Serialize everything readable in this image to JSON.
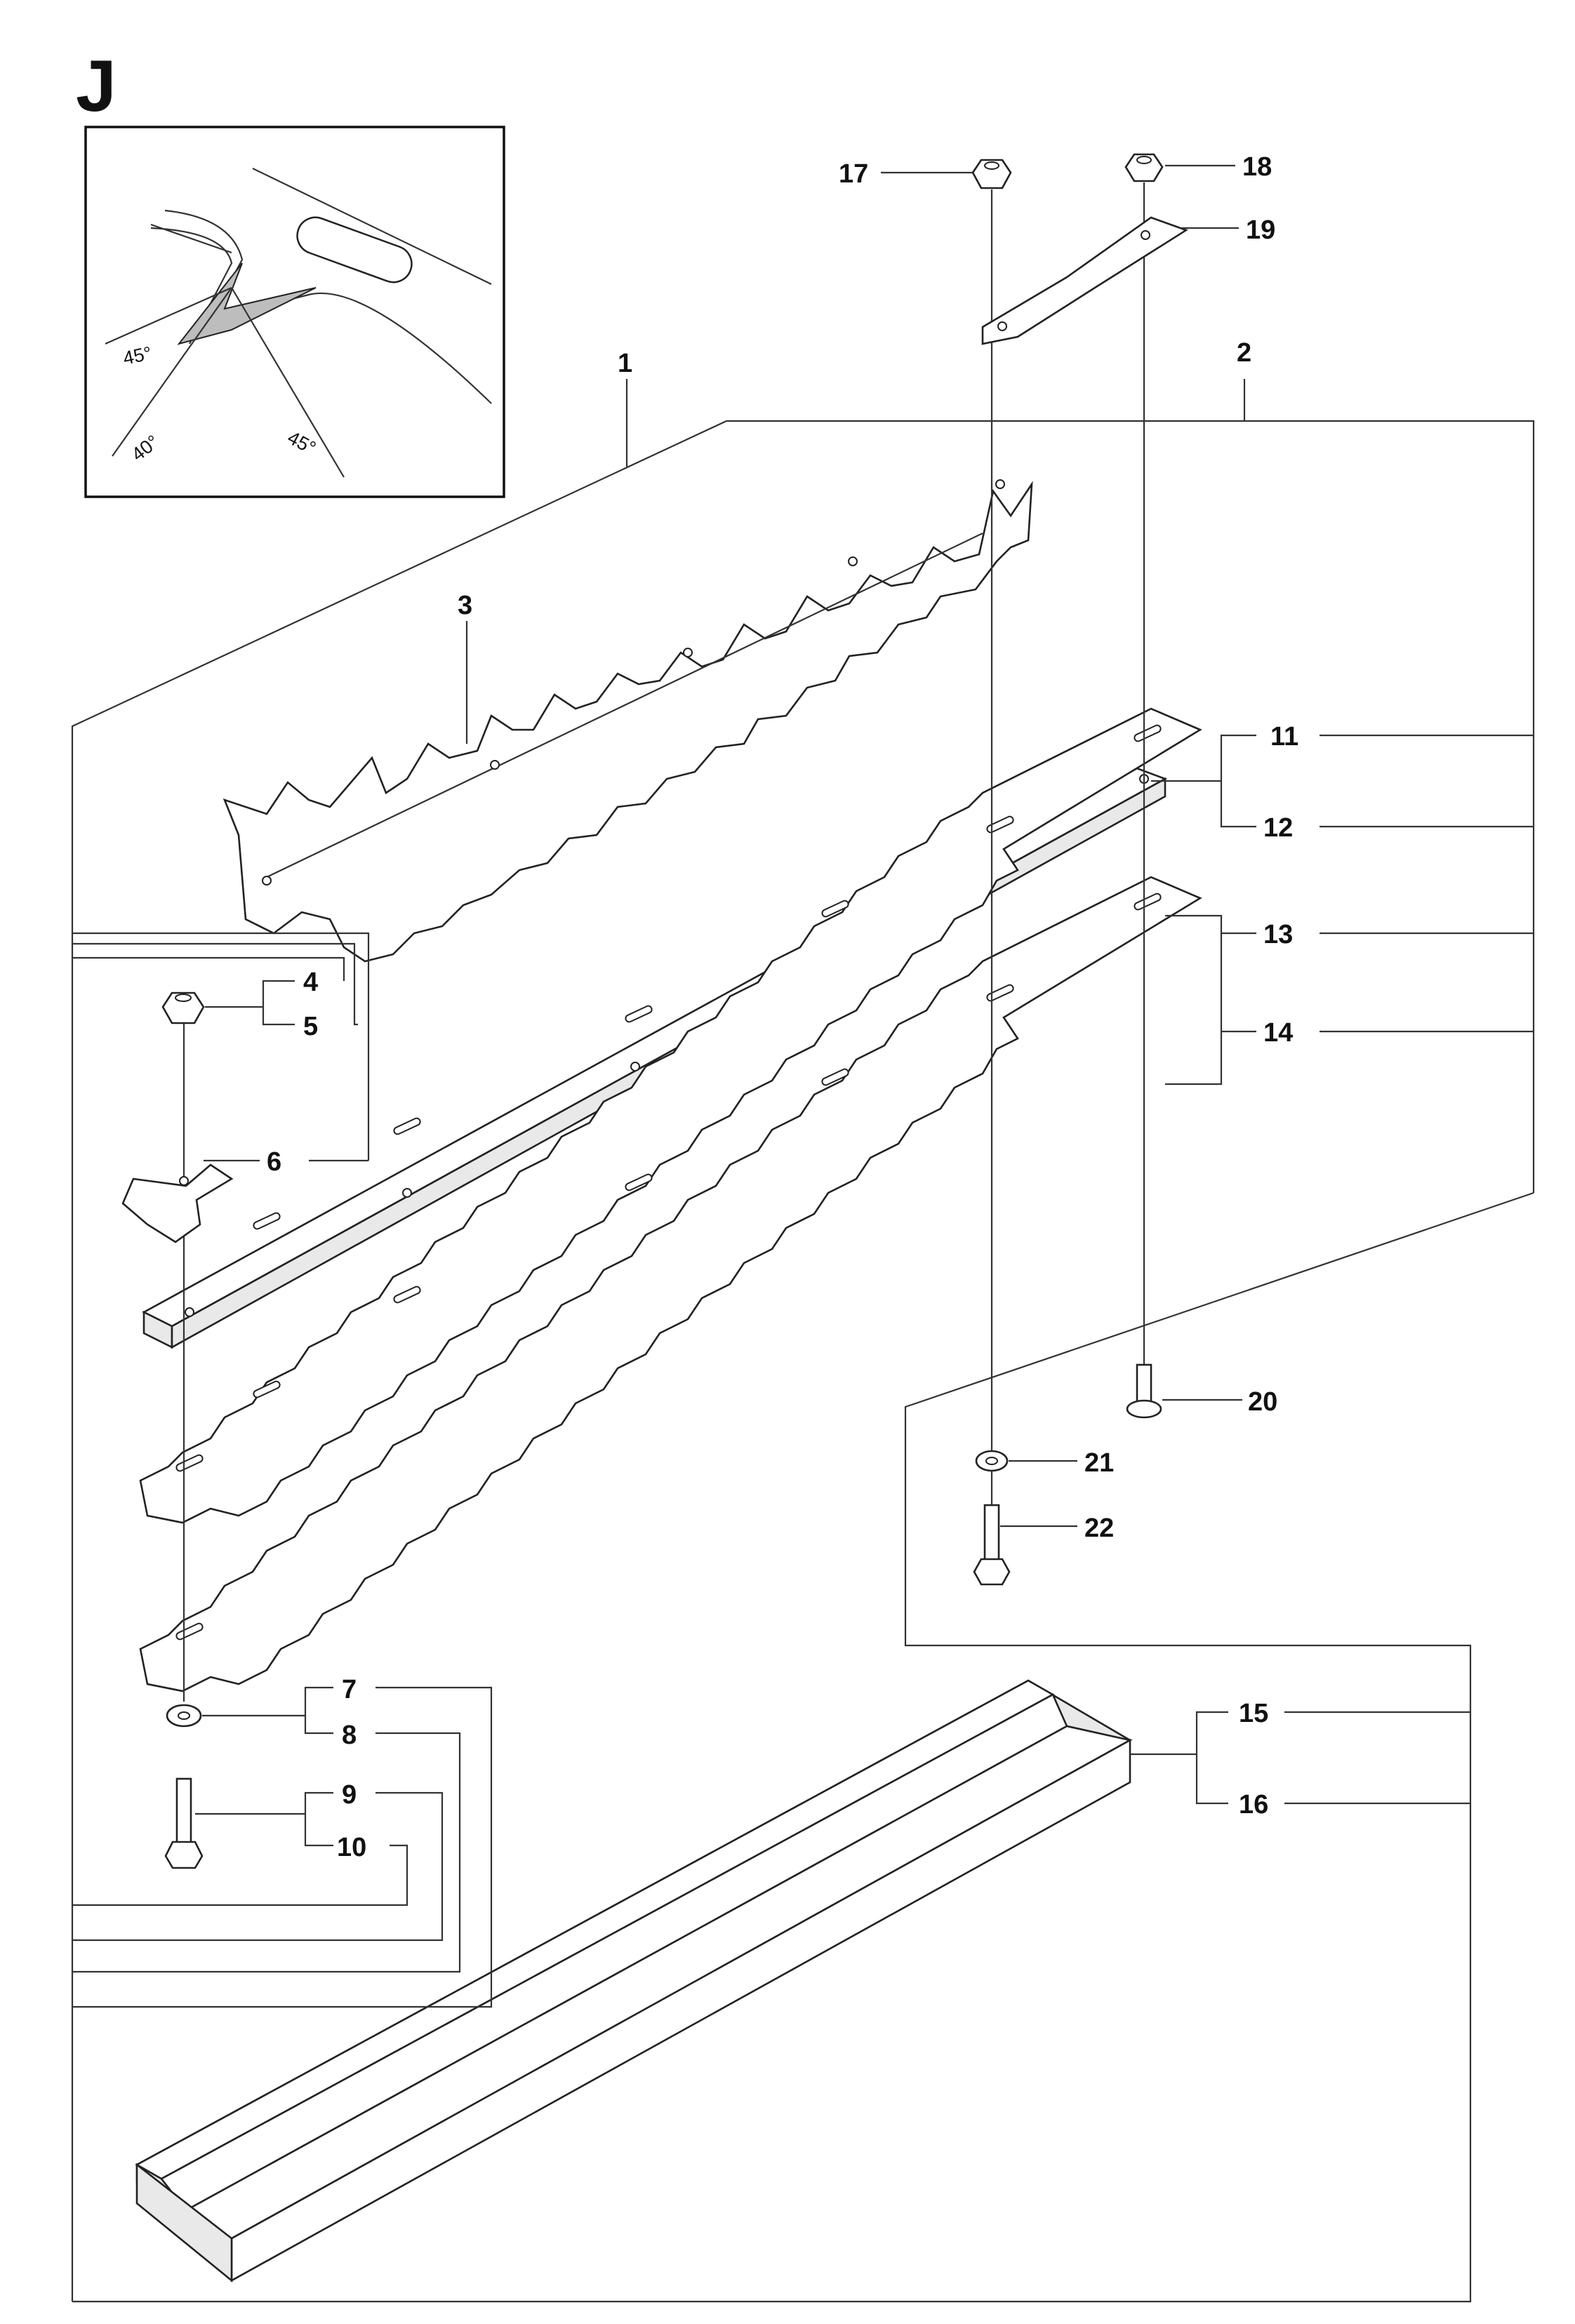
{
  "diagram": {
    "section_label": "J",
    "detail_inset": {
      "angles": [
        "45°",
        "40°",
        "45°"
      ]
    },
    "callouts": [
      "1",
      "2",
      "3",
      "4",
      "5",
      "6",
      "7",
      "8",
      "9",
      "10",
      "11",
      "12",
      "13",
      "14",
      "15",
      "16",
      "17",
      "18",
      "19",
      "20",
      "21",
      "22"
    ]
  }
}
